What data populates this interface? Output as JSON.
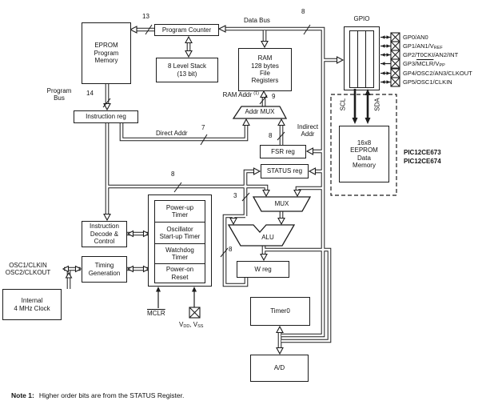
{
  "blocks": {
    "eprom": "EPROM\nProgram\nMemory",
    "program_counter": "Program Counter",
    "stack": "8 Level Stack\n(13 bit)",
    "ram": "RAM\n128 bytes\nFile\nRegisters",
    "instruction_reg": "Instruction reg",
    "fsr_reg": "FSR reg",
    "status_reg": "STATUS reg",
    "addr_mux": "Addr MUX",
    "mux": "MUX",
    "alu": "ALU",
    "w_reg": "W reg",
    "instruction_decode": "Instruction\nDecode &\nControl",
    "timing_generation": "Timing\nGeneration",
    "internal_clock": "Internal\n4 MHz Clock",
    "powerup_timer": "Power-up\nTimer",
    "osc_startup_timer": "Oscillator\nStart-up Timer",
    "watchdog_timer": "Watchdog\nTimer",
    "poweron_reset": "Power-on\nReset",
    "timer0": "Timer0",
    "ad_converter": "A/D",
    "eeprom": "16x8\nEEPROM\nData\nMemory",
    "gpio": "GPIO"
  },
  "bus_widths": {
    "pc_bus": "13",
    "program_bus": "14",
    "data_bus": "8",
    "ram_addr": "9",
    "direct_addr": "7",
    "indirect_addr": "8",
    "literal": "8",
    "mux_in": "3",
    "w_feedback": "8"
  },
  "labels": {
    "data_bus": "Data Bus",
    "program_bus": "Program\nBus",
    "ram_addr_pre": "RAM Addr ",
    "ram_addr_sup": "(1)",
    "direct_addr": "Direct Addr",
    "indirect_addr": "Indirect\nAddr",
    "osc_pins": "OSC1/CLKIN\nOSC2/CLKOUT",
    "mclr": "MCLR",
    "vdd_v1": "V",
    "vdd_s1": "DD",
    "vdd_v2": ", V",
    "vdd_s2": "SS",
    "scl": "SCL",
    "sda": "SDA",
    "device_names": "PIC12CE673\nPIC12CE674",
    "note_label": "Note 1:",
    "note_text": "Higher order bits are from the STATUS Register."
  },
  "pins": [
    {
      "text": "GP0/AN0"
    },
    {
      "pre": "GP1/AN1/V",
      "sub": "REF"
    },
    {
      "text": "GP2/T0CKI/AN2/INT"
    },
    {
      "pre": "GP3/",
      "over": "MCLR",
      "mid": "/V",
      "sub": "PP"
    },
    {
      "text": "GP4/OSC2/AN3/CLKOUT"
    },
    {
      "text": "GP5/OSC1/CLKIN"
    }
  ]
}
